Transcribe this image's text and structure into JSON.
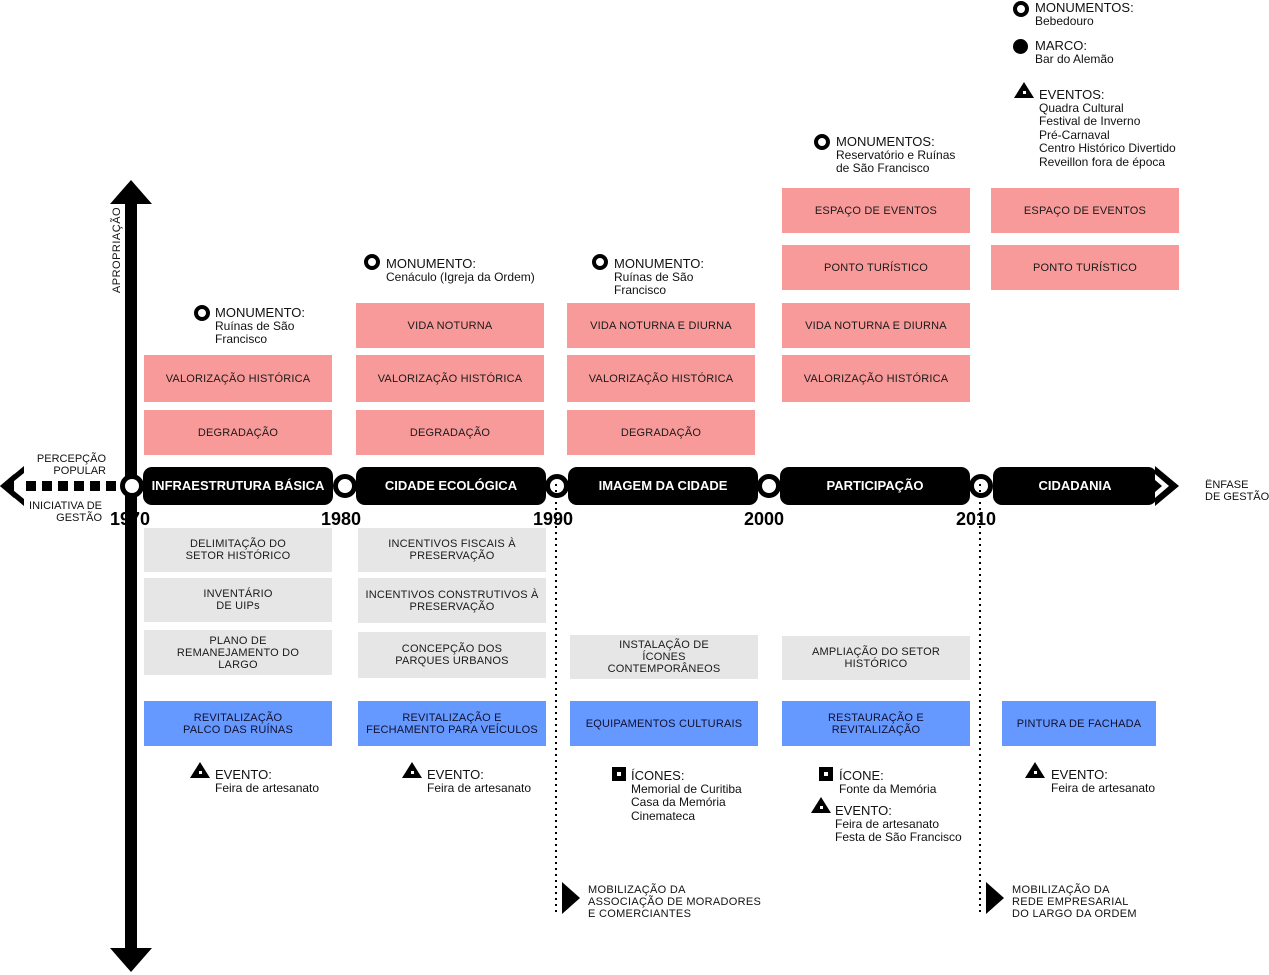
{
  "axis": {
    "vertical_label": "APROPRIAÇÃO",
    "left_top": [
      "PERCEPÇÃO",
      "POPULAR"
    ],
    "left_bottom": [
      "INICIATIVA DE",
      "GESTÃO"
    ],
    "right": [
      "ÊNFASE",
      "DE GESTÃO"
    ]
  },
  "years": [
    "1970",
    "1980",
    "1990",
    "2000",
    "2010"
  ],
  "segments": [
    {
      "label": "INFRAESTRUTURA BÁSICA"
    },
    {
      "label": "CIDADE ECOLÓGICA"
    },
    {
      "label": "IMAGEM DA CIDADE"
    },
    {
      "label": "PARTICIPAÇÃO"
    },
    {
      "label": "CIDADANIA"
    }
  ],
  "upper_boxes": {
    "c1": [
      "VALORIZAÇÃO HISTÓRICA",
      "DEGRADAÇÃO"
    ],
    "c2": [
      "VIDA NOTURNA",
      "VALORIZAÇÃO HISTÓRICA",
      "DEGRADAÇÃO"
    ],
    "c3": [
      "VIDA NOTURNA E DIURNA",
      "VALORIZAÇÃO HISTÓRICA",
      "DEGRADAÇÃO"
    ],
    "c4": [
      "ESPAÇO DE EVENTOS",
      "PONTO TURÍSTICO",
      "VIDA NOTURNA E DIURNA",
      "VALORIZAÇÃO HISTÓRICA"
    ],
    "c5": [
      "ESPAÇO DE EVENTOS",
      "PONTO TURÍSTICO"
    ]
  },
  "upper_annotations": {
    "c1": {
      "heading": "MONUMENTO:",
      "lines": [
        "Ruínas de São",
        "Francisco"
      ]
    },
    "c2": {
      "heading": "MONUMENTO:",
      "lines": [
        "Cenáculo (Igreja da Ordem)"
      ]
    },
    "c3": {
      "heading": "MONUMENTO:",
      "lines": [
        "Ruínas de São",
        "Francisco"
      ]
    },
    "c4": {
      "heading": "MONUMENTOS:",
      "lines": [
        "Reservatório e Ruínas",
        "de São Francisco"
      ]
    },
    "c5a": {
      "heading": "MONUMENTOS:",
      "lines": [
        "Bebedouro"
      ]
    },
    "c5b": {
      "heading": "MARCO:",
      "lines": [
        "Bar do Alemão"
      ]
    },
    "c5c": {
      "heading": "EVENTOS:",
      "lines": [
        "Quadra Cultural",
        "Festival de Inverno",
        "Pré-Carnaval",
        "Centro Histórico Divertido",
        "Reveillon fora de época"
      ]
    }
  },
  "grey_boxes": {
    "c1": [
      "DELIMITAÇÃO DO SETOR HISTÓRICO",
      "INVENTÁRIO DE UIPs",
      "PLANO DE REMANEJAMENTO DO LARGO"
    ],
    "c2": [
      "INCENTIVOS FISCAIS À PRESERVAÇÃO",
      "INCENTIVOS CONSTRUTIVOS À PRESERVAÇÃO",
      "CONCEPÇÃO DOS PARQUES URBANOS"
    ],
    "c3": [
      "INSTALAÇÃO DE ÍCONES CONTEMPORÂNEOS"
    ],
    "c4": [
      "AMPLIAÇÃO DO SETOR HISTÓRICO"
    ]
  },
  "blue_boxes": [
    "REVITALIZAÇÃO PALCO DAS RUÍNAS",
    "REVITALIZAÇÃO E FECHAMENTO PARA VEÍCULOS",
    "EQUIPAMENTOS CULTURAIS",
    "RESTAURAÇÃO E REVITALIZAÇÃO",
    "PINTURA DE FACHADA"
  ],
  "lower_annotations": {
    "c1": {
      "heading": "EVENTO:",
      "lines": [
        "Feira de artesanato"
      ]
    },
    "c2": {
      "heading": "EVENTO:",
      "lines": [
        "Feira de artesanato"
      ]
    },
    "c3": {
      "heading": "ÍCONES:",
      "lines": [
        "Memorial de Curitiba",
        "Casa da Memória",
        "Cinemateca"
      ]
    },
    "c4a": {
      "heading": "ÍCONE:",
      "lines": [
        "Fonte da Memória"
      ]
    },
    "c4b": {
      "heading": "EVENTO:",
      "lines": [
        "Feira de artesanato",
        "Festa de São Francisco"
      ]
    },
    "c5": {
      "heading": "EVENTO:",
      "lines": [
        "Feira de artesanato"
      ]
    }
  },
  "mobilizations": [
    [
      "MOBILIZAÇÃO DA",
      "ASSOCIAÇÃO DE MORADORES",
      "E COMERCIANTES"
    ],
    [
      "MOBILIZAÇÃO DA",
      "REDE EMPRESARIAL",
      "DO LARGO DA ORDEM"
    ]
  ],
  "colors": {
    "pink": "#f89a9a",
    "grey": "#e6e6e6",
    "blue": "#6699ff",
    "timeline": "#000000"
  }
}
